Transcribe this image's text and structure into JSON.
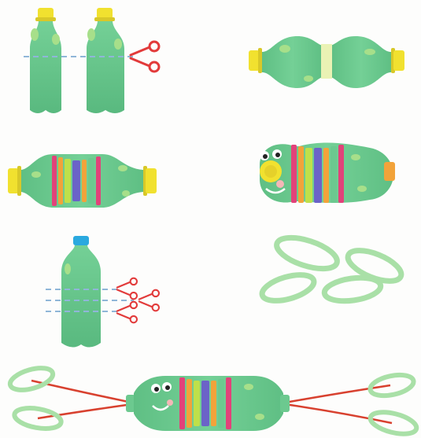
{
  "illustration": {
    "subject": "",
    "steps": [
      {
        "name": "step-1-cut-bottle-tops"
      },
      {
        "name": "step-2-join-bottle-tops"
      },
      {
        "name": "step-3-wrap-colored-strips"
      },
      {
        "name": "step-4-add-face"
      },
      {
        "name": "step-5-cut-bottle-rings"
      },
      {
        "name": "step-6-rings"
      },
      {
        "name": "step-7-finished-toy-with-elastic"
      }
    ],
    "colors": {
      "bottle_green": "#6cc98f",
      "bottle_green_dark": "#53b379",
      "spots": "#a7df8a",
      "cap_yellow": "#f1e12f",
      "cap_blue": "#2aa9df",
      "strip_pink": "#e2427a",
      "strip_orange": "#f2a33a",
      "strip_purple": "#6b63c8",
      "strip_yellow_green": "#bfe04a",
      "scissors_red": "#e23a3a",
      "elastic_red": "#d8412f",
      "dashed_line": "#8fb6d8",
      "ring_green": "#a9e0a7"
    }
  }
}
